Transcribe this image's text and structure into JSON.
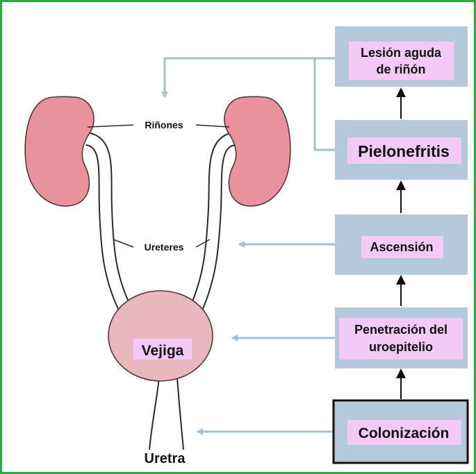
{
  "anatomy": {
    "kidneys_label": "Riñones",
    "ureters_label": "Ureteres",
    "bladder_label": "Vejiga",
    "urethra_label": "Uretra"
  },
  "stages": [
    {
      "id": "colonizacion",
      "lines": [
        "Colonización"
      ]
    },
    {
      "id": "penetracion",
      "lines": [
        "Penetración del",
        "uroepitelio"
      ]
    },
    {
      "id": "ascension",
      "lines": [
        "Ascensión"
      ]
    },
    {
      "id": "pielonefritis",
      "lines": [
        "Pielonefritis"
      ]
    },
    {
      "id": "lesion",
      "lines": [
        "Lesión aguda",
        "de riñón"
      ]
    }
  ],
  "colors": {
    "frame_border": "#27ad3b",
    "kidney": "#e8939b",
    "bladder": "#e8b8be",
    "box_fill": "#b4c9dc",
    "label_highlight": "#f3c9f8",
    "connector": "#a3bfd3",
    "flow_arrow": "#111111"
  }
}
